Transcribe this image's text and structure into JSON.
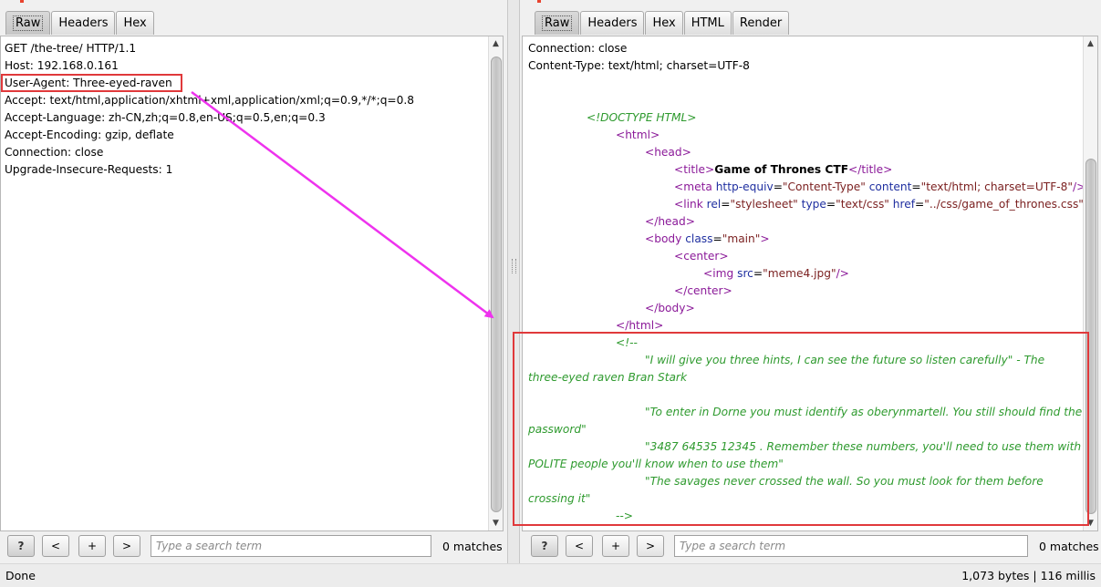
{
  "request": {
    "tabs": [
      "Raw",
      "Headers",
      "Hex"
    ],
    "active_tab": "Raw",
    "lines": [
      "GET /the-tree/ HTTP/1.1",
      "Host: 192.168.0.161",
      "User-Agent: Three-eyed-raven",
      "Accept: text/html,application/xhtml+xml,application/xml;q=0.9,*/*;q=0.8",
      "Accept-Language: zh-CN,zh;q=0.8,en-US;q=0.5,en;q=0.3",
      "Accept-Encoding: gzip, deflate",
      "Connection: close",
      "Upgrade-Insecure-Requests: 1"
    ],
    "search": {
      "placeholder": "Type a search term",
      "matches": "0 matches"
    },
    "buttons": {
      "help": "?",
      "prev": "<",
      "add": "+",
      "next": ">"
    }
  },
  "response": {
    "tabs": [
      "Raw",
      "Headers",
      "Hex",
      "HTML",
      "Render"
    ],
    "active_tab": "Raw",
    "headers": [
      "Connection: close",
      "Content-Type: text/html; charset=UTF-8"
    ],
    "html": {
      "doctype": "<!DOCTYPE HTML>",
      "html_open": "<html>",
      "head_open": "<head>",
      "title_open": "<title>",
      "title_text": "Game of Thrones CTF",
      "title_close": "</title>",
      "meta_open": "<meta ",
      "meta_attr1": "http-equiv",
      "meta_val1": "\"Content-Type\"",
      "meta_attr2": "content",
      "meta_val2": "\"text/html; charset=UTF-8\"",
      "meta_close": "/>",
      "link_open": "<link ",
      "link_attr1": "rel",
      "link_val1": "\"stylesheet\"",
      "link_attr2": "type",
      "link_val2": "\"text/css\"",
      "link_attr3": "href",
      "link_val3": "\"../css/game_of_thrones.css\"",
      "link_close": ">",
      "head_close": "</head>",
      "body_open": "<body ",
      "body_attr": "class",
      "body_val": "\"main\"",
      "body_open_end": ">",
      "center_open": "<center>",
      "img_open": "<img ",
      "img_attr": "src",
      "img_val": "\"meme4.jpg\"",
      "img_close": "/>",
      "center_close": "</center>",
      "body_close": "</body>",
      "html_close": "</html>"
    },
    "comment": {
      "open": "<!--",
      "hint1_a": "\"I will give you three hints, I can see the future so listen carefully\" - The",
      "hint1_b": "three-eyed raven Bran Stark",
      "hint2_a": "\"To enter in Dorne you must identify as oberynmartell. You still should find the",
      "hint2_b": "password\"",
      "hint3_a": "\"3487 64535 12345 . Remember these numbers, you'll need to use them with",
      "hint3_b": "POLITE people you'll know when to use them\"",
      "hint4_a": "\"The savages never crossed the wall. So you must look for them before",
      "hint4_b": "crossing it\"",
      "close": "-->"
    },
    "search": {
      "placeholder": "Type a search term",
      "matches": "0 matches"
    },
    "buttons": {
      "help": "?",
      "prev": "<",
      "add": "+",
      "next": ">"
    }
  },
  "status": {
    "left": "Done",
    "right": "1,073 bytes | 116 millis"
  },
  "colors": {
    "highlight": "#e0393b",
    "arrow": "#ee33ee",
    "comment": "#2e9a2e",
    "tag": "#8b1a99"
  }
}
